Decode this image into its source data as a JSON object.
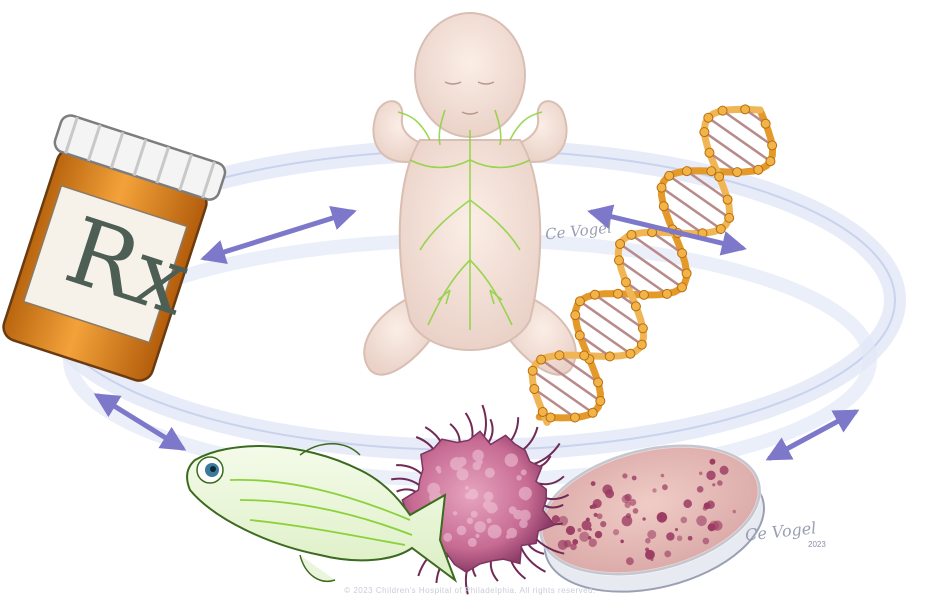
{
  "rx_label": "Rx",
  "signature": "Ce Vogel",
  "signature_year": "2023",
  "copyright": "© 2023 Children's Hospital of Philadelphia. All rights reserved.",
  "colors": {
    "ring": "#c9d3ee",
    "arrow": "#7d78c9",
    "lymph": "#8bd23a",
    "bottle": "#e08a1e",
    "dna_rail": "#e39a2a",
    "cell": "#c76b93",
    "dish_colonies": "#9b3b62",
    "fish_outline": "#3c6a1e"
  },
  "icons": [
    "pill-bottle-icon",
    "infant-icon",
    "dna-helix-icon",
    "petri-dish-icon",
    "cancer-cell-icon",
    "zebrafish-icon"
  ]
}
